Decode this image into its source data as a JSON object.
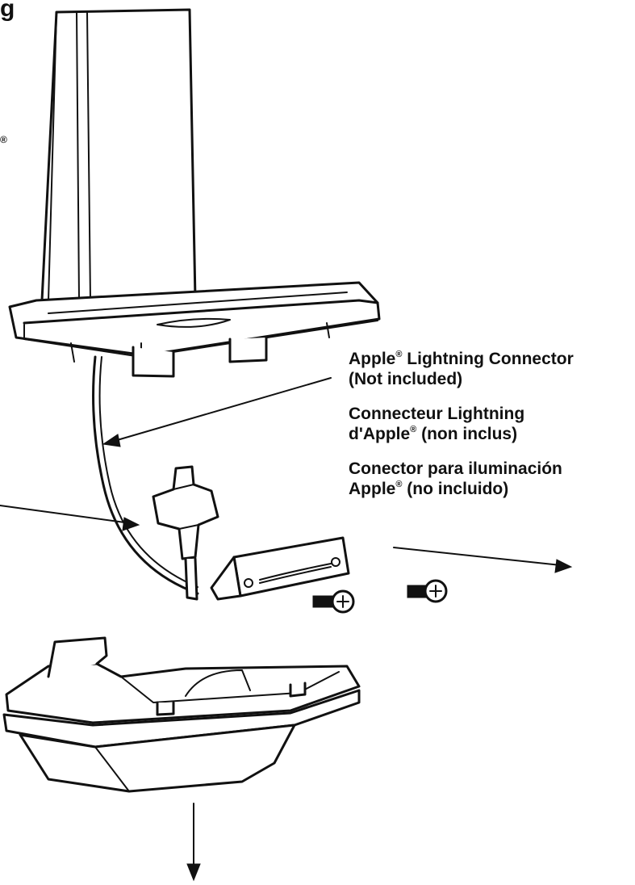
{
  "labels": {
    "connector_en": {
      "line1_a": "Apple",
      "reg": "®",
      "line1_b": " Lightning Connector",
      "line2": "(Not included)"
    },
    "connector_fr": {
      "line1": "Connecteur Lightning",
      "line2_a": "d'Apple",
      "reg": "®",
      "line2_b": " (non inclus)"
    },
    "connector_es": {
      "line1": "Conector para iluminación",
      "line2_a": "Apple",
      "reg": "®",
      "line2_b": " (no incluido)"
    }
  },
  "cropped_fragments": {
    "top_left_letter": "g",
    "left_symbol": "®"
  },
  "colors": {
    "ink": "#111111",
    "paper": "#ffffff"
  }
}
